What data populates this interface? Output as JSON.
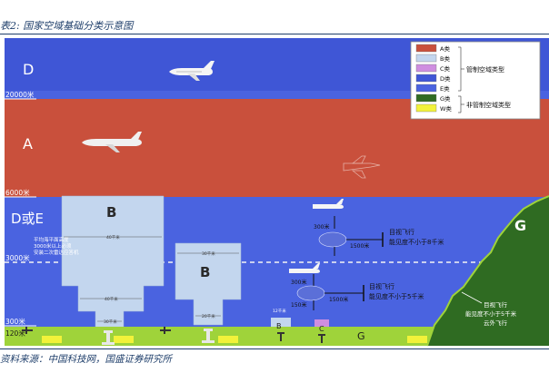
{
  "caption": "表2: 国家空域基础分类示意图",
  "source": "资料来源：中国科技网，国盛证券研究所",
  "zones": {
    "D": "D",
    "A": "A",
    "D_or_E": "D或E",
    "B_left": "B",
    "B_right": "B",
    "G_right": "G",
    "G_bottom": "G",
    "B_small": "B",
    "C_small": "C"
  },
  "altitudes": {
    "a20000": "20000米",
    "a6000": "6000米",
    "a3000": "3000米",
    "a300": "300米",
    "a120": "120米"
  },
  "legend": {
    "items": [
      {
        "label": "A类",
        "color": "#c9503c"
      },
      {
        "label": "B类",
        "color": "#c3d6ee"
      },
      {
        "label": "C类",
        "color": "#cf8ee0"
      },
      {
        "label": "D类",
        "color": "#3f56d6"
      },
      {
        "label": "E类",
        "color": "#4a63e0"
      },
      {
        "label": "G类",
        "color": "#2f6b22"
      },
      {
        "label": "W类",
        "color": "#f2f23a"
      }
    ],
    "controlled": "管制空域类型",
    "uncontrolled": "非管制空域类型"
  },
  "annotations": {
    "note1": "平均海平面高度",
    "note2": "3000米以上必须",
    "note3": "安装二次雷达应答机",
    "b_top_width": "40千米",
    "b_mid_width": "40千米",
    "b_bottom_width": "30千米",
    "b_right_top_width": "30千米",
    "b_right_bottom_width": "20千米",
    "b_small_width": "12千米",
    "upper_alt": "300米",
    "upper_dist": "1500米",
    "upper_vfr": "目视飞行",
    "upper_vis": "能见度不小于8千米",
    "lower_alt_top": "300米",
    "lower_alt_bottom": "150米",
    "lower_dist": "1500米",
    "lower_vfr": "目视飞行",
    "lower_vis": "能见度不小于5千米",
    "g_vfr": "目视飞行",
    "g_vis": "能见度不小于5千米",
    "g_cloud": "云外飞行"
  }
}
